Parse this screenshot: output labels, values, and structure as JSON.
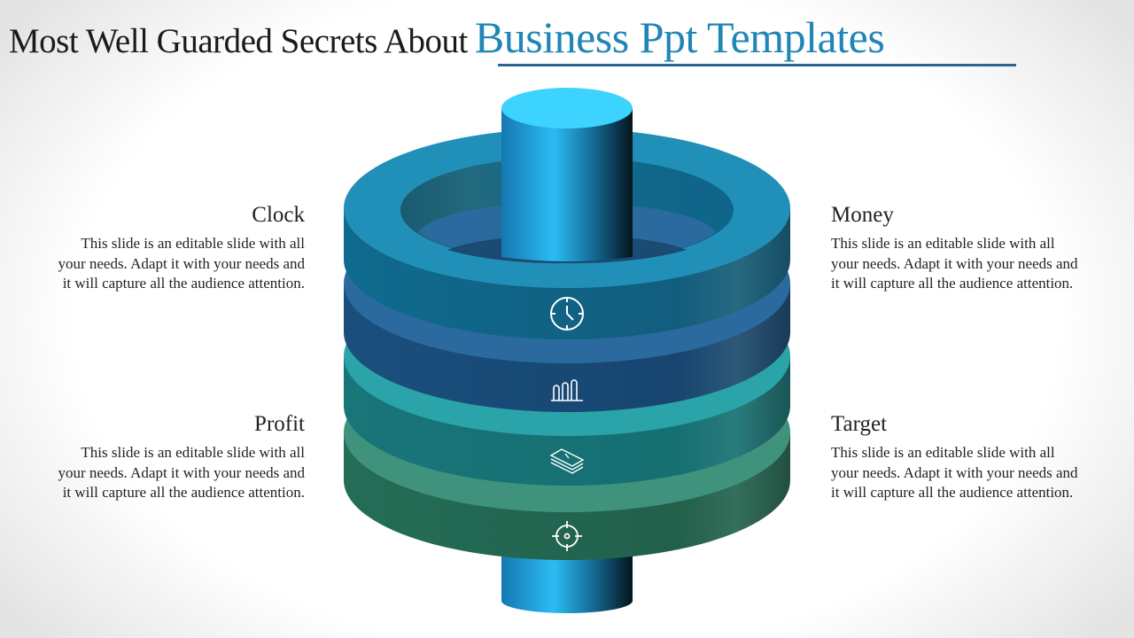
{
  "title": {
    "prefix": "Most Well Guarded Secrets About",
    "highlight": "Business Ppt Templates"
  },
  "colors": {
    "accent": "#1f86b5",
    "ring1": "#1f8ab3",
    "ring2": "#2b6a9e",
    "ring3": "#2aa4a8",
    "ring4": "#3f937c",
    "cylinder": "#3dd3ff"
  },
  "items": [
    {
      "heading": "Clock",
      "text": "This slide is an editable slide with all your needs. Adapt it with your needs and it will capture all the audience attention.",
      "icon": "clock-icon"
    },
    {
      "heading": "Money",
      "text": "This slide is an editable slide with all your needs. Adapt it with your needs and it will capture all the audience attention.",
      "icon": "bar-chart-icon"
    },
    {
      "heading": "Profit",
      "text": "This slide is an editable slide with all your needs. Adapt it with your needs and it will capture all the audience attention.",
      "icon": "money-stack-icon"
    },
    {
      "heading": "Target",
      "text": "This slide is an editable slide with all your needs. Adapt it with your needs and it will capture all the audience attention.",
      "icon": "target-icon"
    }
  ]
}
